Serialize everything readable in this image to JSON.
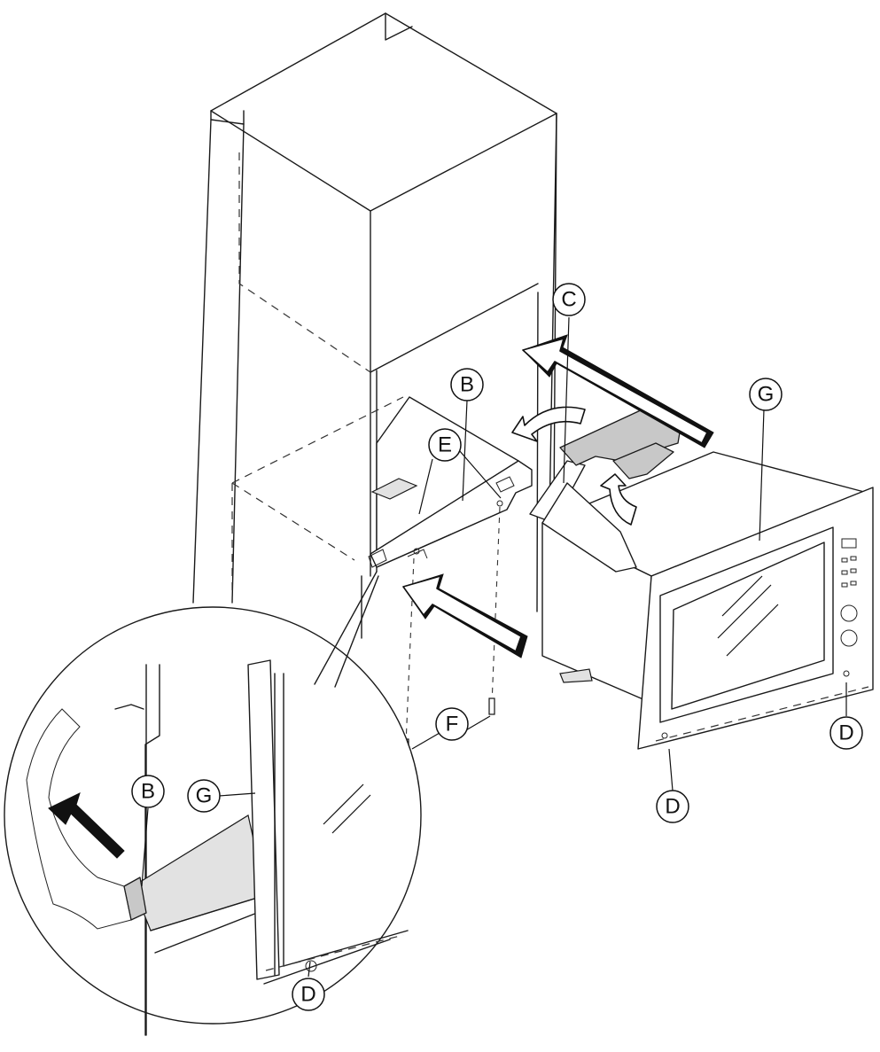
{
  "callouts": {
    "b_main": "B",
    "b_detail": "B",
    "c": "C",
    "d_front": "D",
    "d_side": "D",
    "d_detail": "D",
    "e": "E",
    "f": "F",
    "g_main": "G",
    "g_detail": "G"
  }
}
